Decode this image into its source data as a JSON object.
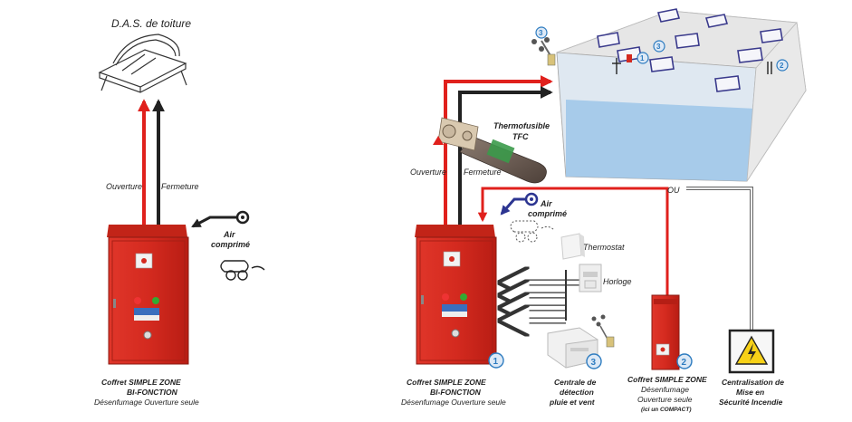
{
  "left": {
    "das_title": "D.A.S. de toiture",
    "ouverture": "Ouverture",
    "fermeture": "Fermeture",
    "air_line1": "Air",
    "air_line2": "comprimé",
    "coffret_line1": "Coffret SIMPLE ZONE",
    "coffret_line2": "BI-FONCTION",
    "coffret_line3": "Désenfumage Ouverture seule"
  },
  "right": {
    "thermofusible_line1": "Thermofusible",
    "thermofusible_line2": "TFC",
    "ouverture": "Ouverture",
    "fermeture": "Fermeture",
    "ou": "OU",
    "air_line1": "Air",
    "air_line2": "comprimé",
    "thermostat": "Thermostat",
    "horloge": "Horloge",
    "coffret1_line1": "Coffret SIMPLE ZONE",
    "coffret1_line2": "BI-FONCTION",
    "coffret1_line3": "Désenfumage Ouverture seule",
    "coffret1_num": "1",
    "centrale_line1": "Centrale de",
    "centrale_line2": "détection",
    "centrale_line3": "pluie et vent",
    "centrale_num": "3",
    "coffret2_line1": "Coffret SIMPLE ZONE",
    "coffret2_line2": "Désenfumage",
    "coffret2_line3": "Ouverture seule",
    "coffret2_line4": "(ici un COMPACT)",
    "coffret2_num": "2",
    "central_line1": "Centralisation de",
    "central_line2": "Mise en",
    "central_line3": "Sécurité Incendie",
    "room_badge1": "1",
    "room_badge2": "2",
    "room_badge3": "3",
    "anemo_badge": "3"
  },
  "colors": {
    "red": "#e0201c",
    "cabinet": "#d42a1f",
    "dark": "#222222",
    "badge": "#2e7cc0",
    "room_floor": "#9ec5e9"
  }
}
